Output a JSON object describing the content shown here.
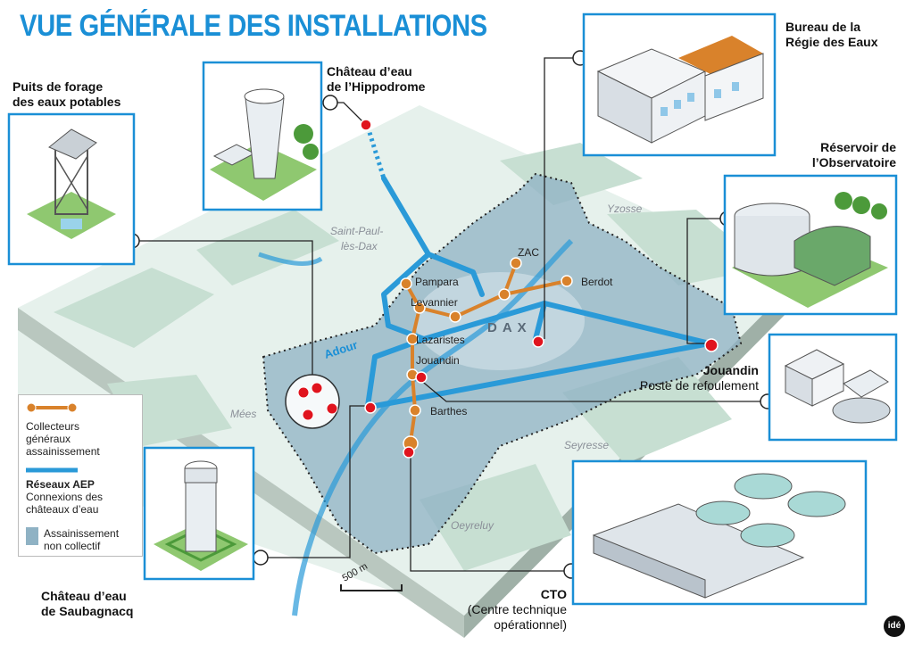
{
  "title": "VUE GÉNÉRALE DES INSTALLATIONS",
  "installations": {
    "puits": {
      "line1": "Puits de forage",
      "line2": "des eaux  potables"
    },
    "hippodrome": {
      "line1": "Château d’eau",
      "line2": "de l’Hippodrome"
    },
    "bureau": {
      "line1": "Bureau de la",
      "line2": "Régie des Eaux"
    },
    "observatoire": {
      "line1": "Réservoir de",
      "line2": "l’Observatoire"
    },
    "jouandin": {
      "title": "Jouandin",
      "subtitle": "Poste de refoulement"
    },
    "cto": {
      "title": "CTO",
      "line1": "(Centre technique",
      "line2": "opérationnel)"
    },
    "saubagnacq": {
      "line1": "Château d’eau",
      "line2": "de Saubagnacq"
    }
  },
  "map": {
    "towns": [
      "Saint-Paul-",
      "lès-Dax",
      "Yzosse",
      "Mées",
      "Seyresse",
      "Oeyreluy"
    ],
    "city": "DAX",
    "river": "Adour",
    "stations": [
      "ZAC",
      "Berdot",
      "Pampara",
      "Levannier",
      "Lazaristes",
      "Jouandin",
      "Barthes"
    ],
    "scale": "500 m"
  },
  "legend": {
    "collecteurs": [
      "Collecteurs",
      "généraux",
      "assainissement"
    ],
    "reseaux_title": "Réseaux AEP",
    "reseaux": [
      "Connexions des",
      "châteaux d’eau"
    ],
    "assainissement": [
      "Assainissement",
      "non collectif"
    ]
  },
  "colors": {
    "accent": "#1a8fd6",
    "collector": "#d9822b",
    "network": "#2a9ad8",
    "zone": "#8fb2c4",
    "map": "#e6f1ec",
    "marker": "#e0141e"
  },
  "logo": "idé"
}
